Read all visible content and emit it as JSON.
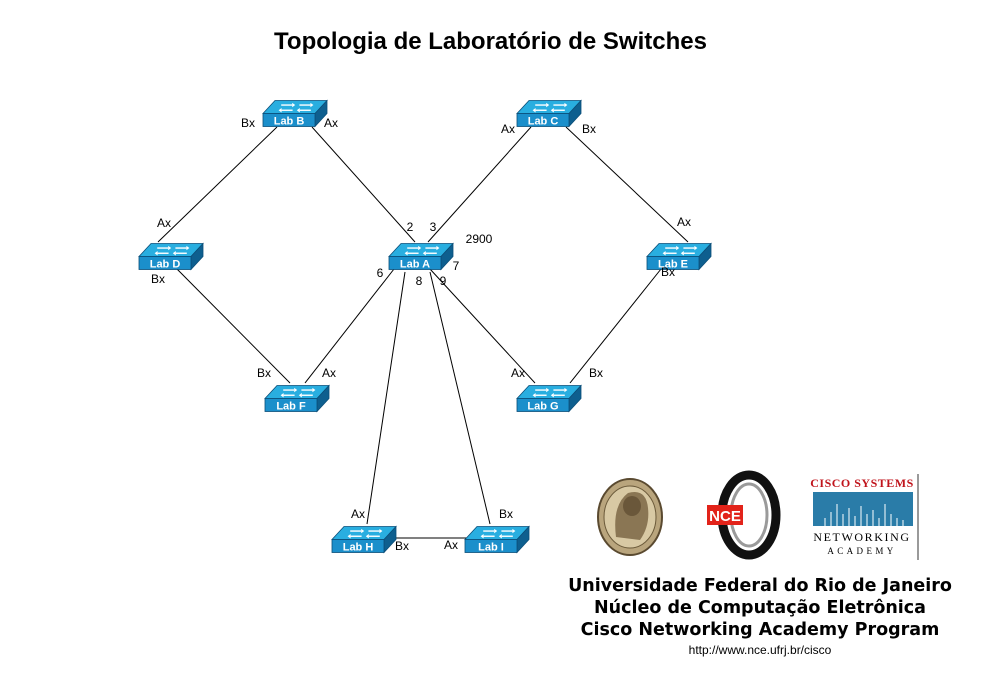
{
  "title": "Topologia de Laboratório de Switches",
  "switches": [
    {
      "id": "B",
      "label": "Lab  B"
    },
    {
      "id": "C",
      "label": "Lab  C"
    },
    {
      "id": "D",
      "label": "Lab  D"
    },
    {
      "id": "A",
      "label": "Lab  A"
    },
    {
      "id": "E",
      "label": "Lab  E"
    },
    {
      "id": "F",
      "label": "Lab  F"
    },
    {
      "id": "G",
      "label": "Lab  G"
    },
    {
      "id": "H",
      "label": "Lab  H"
    },
    {
      "id": "I",
      "label": "Lab  I"
    }
  ],
  "links": [
    {
      "from": "B",
      "to": "D"
    },
    {
      "from": "B",
      "to": "A"
    },
    {
      "from": "C",
      "to": "A"
    },
    {
      "from": "C",
      "to": "E"
    },
    {
      "from": "D",
      "to": "F"
    },
    {
      "from": "A",
      "to": "F"
    },
    {
      "from": "A",
      "to": "G"
    },
    {
      "from": "A",
      "to": "H"
    },
    {
      "from": "A",
      "to": "I"
    },
    {
      "from": "E",
      "to": "G"
    },
    {
      "from": "H",
      "to": "I"
    }
  ],
  "port_labels": [
    "Bx",
    "Ax",
    "Ax",
    "Bx",
    "Ax",
    "Bx",
    "2",
    "3",
    "2900",
    "7",
    "6",
    "8",
    "9",
    "Ax",
    "Bx",
    "Bx",
    "Ax",
    "Ax",
    "Bx",
    "Ax",
    "Bx",
    "Bx",
    "Ax"
  ],
  "model": "2900",
  "org": {
    "line1": "Universidade Federal do Rio de Janeiro",
    "line2": "Núcleo de Computação Eletrônica",
    "line3": "Cisco Networking Academy Program",
    "url": "http://www.nce.ufrj.br/cisco"
  },
  "logos": {
    "nce_text": "NCE",
    "cisco_title": "CISCO SYSTEMS",
    "cisco_networking": "NETWORKING",
    "cisco_academy": "ACADEMY"
  },
  "colors": {
    "switch_top": "#29aee0",
    "switch_front": "#1b8fcb",
    "switch_side": "#0e5f8f",
    "link": "#000000",
    "cisco_red": "#c0141c",
    "nce_red": "#e2231a"
  }
}
